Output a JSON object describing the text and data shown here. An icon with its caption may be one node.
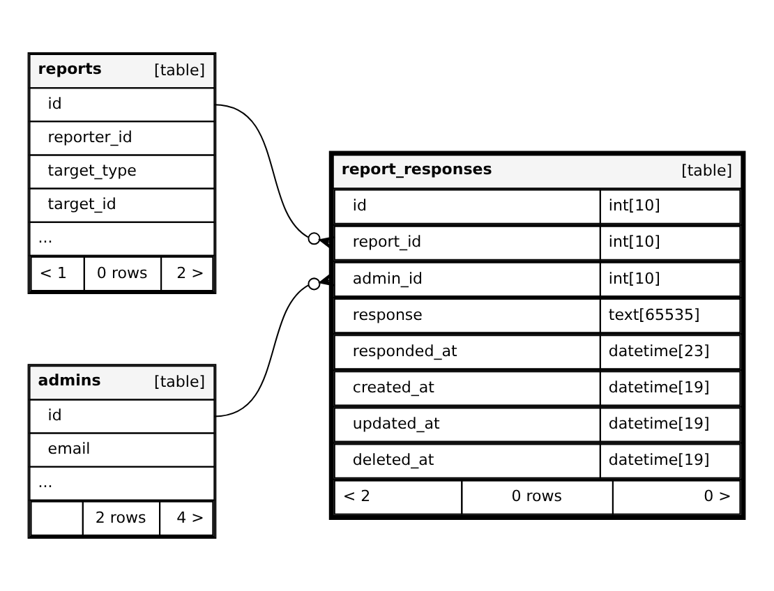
{
  "diagram": {
    "nodes": [
      {
        "text": [
          "reports",
          "[table]",
          "id",
          "reporter_id",
          "target_type",
          "target_id",
          "...",
          "< 1",
          "0 rows",
          "2 >"
        ]
      },
      {
        "text": [
          "admins",
          "[table]",
          "id",
          "email",
          "...",
          "2 rows",
          "4 >"
        ]
      },
      {
        "text": [
          "report_responses",
          "[table]",
          "id",
          "int[10]",
          "report_id",
          "int[10]",
          "admin_id",
          "int[10]",
          "response",
          "text[65535]",
          "responded_at",
          "datetime[23]",
          "created_at",
          "datetime[19]",
          "updated_at",
          "datetime[19]",
          "deleted_at",
          "datetime[19]",
          "< 2",
          "0 rows",
          "0 >"
        ]
      }
    ],
    "edges": [
      {
        "from": 2,
        "to": 0,
        "arrow": "other"
      },
      {
        "from": 2,
        "to": 1,
        "arrow": "other"
      }
    ]
  }
}
